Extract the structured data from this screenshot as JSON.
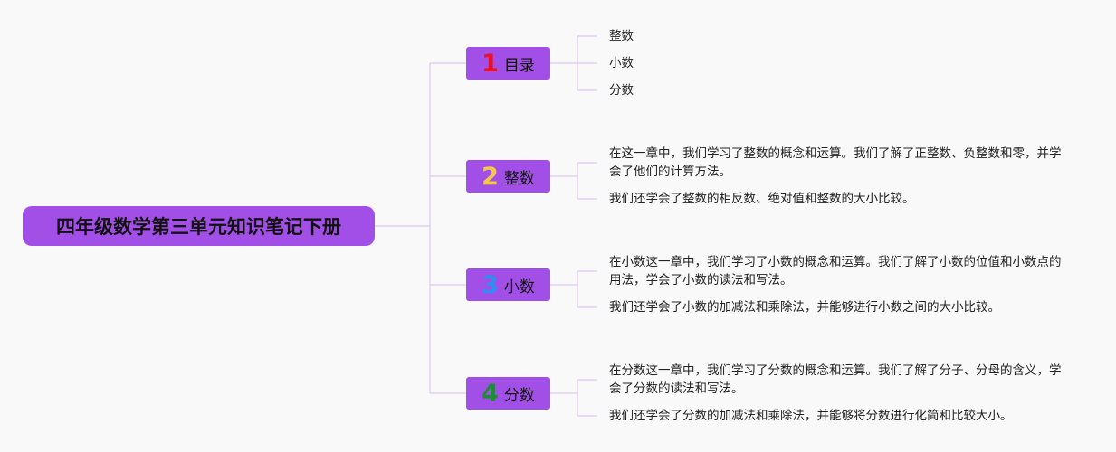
{
  "root": {
    "title": "四年级数学第三单元知识笔记下册"
  },
  "branches": [
    {
      "number": "1",
      "label": "目录",
      "number_color": "#e8132b",
      "leaves": [
        "整数",
        "小数",
        "分数"
      ]
    },
    {
      "number": "2",
      "label": "整数",
      "number_color": "#f5c84a",
      "leaves": [
        "在这一章中，我们学习了整数的概念和运算。我们了解了正整数、负整数和零，并学会了他们的计算方法。",
        "我们还学会了整数的相反数、绝对值和整数的大小比较。"
      ]
    },
    {
      "number": "3",
      "label": "小数",
      "number_color": "#2f8ff0",
      "leaves": [
        "在小数这一章中，我们学习了小数的概念和运算。我们了解了小数的位值和小数点的用法，学会了小数的读法和写法。",
        "我们还学会了小数的加减法和乘除法，并能够进行小数之间的大小比较。"
      ]
    },
    {
      "number": "4",
      "label": "分数",
      "number_color": "#1f8a3a",
      "leaves": [
        "在分数这一章中，我们学习了分数的概念和运算。我们了解了分子、分母的含义，学会了分数的读法和写法。",
        "我们还学会了分数的加减法和乘除法，并能够将分数进行化简和比较大小。"
      ]
    }
  ]
}
